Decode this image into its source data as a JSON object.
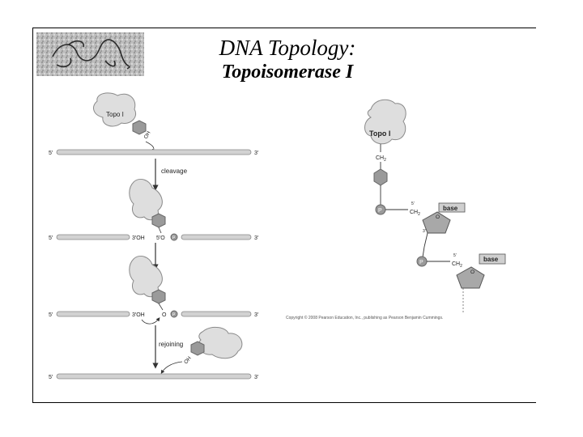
{
  "title": {
    "line1": "DNA Topology:",
    "line2": "Topoisomerase I"
  },
  "mechanism": {
    "enzyme_label": "Topo I",
    "strand_5": "5′",
    "strand_3": "3′",
    "oh_label": "OH",
    "three_oh": "3′OH",
    "five_o": "5′O",
    "o_label": "O",
    "p_label": "P",
    "step1": "cleavage",
    "step2": "rejoining"
  },
  "chemistry": {
    "enzyme_label": "Topo I",
    "ch2": "CH",
    "ch2_sub": "2",
    "p_label": "P",
    "o_label": "O",
    "base_label": "base",
    "prime5": "5′",
    "prime3": "3′"
  },
  "copyright": "Copyright © 2008 Pearson Education, Inc., publishing as Pearson Benjamin Cummings."
}
